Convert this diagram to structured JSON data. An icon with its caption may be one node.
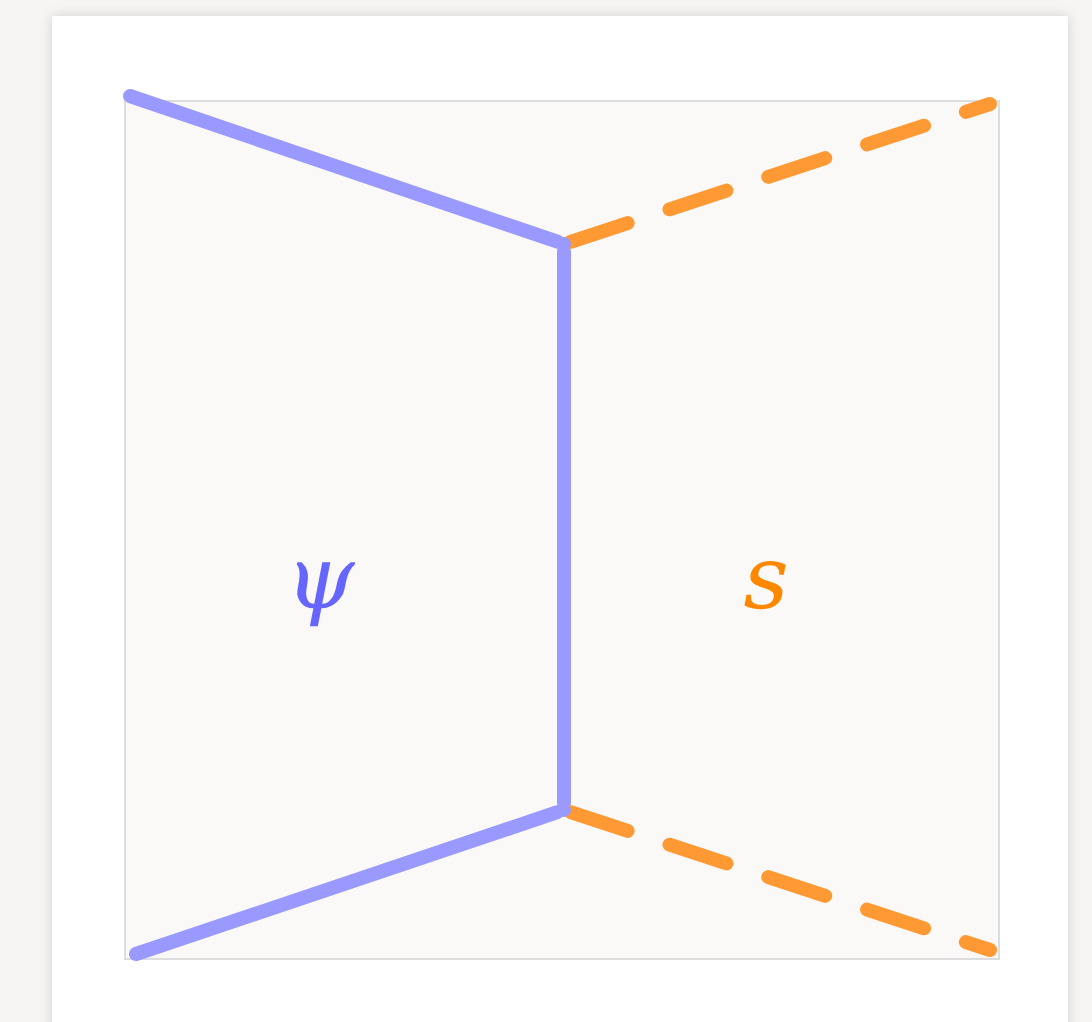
{
  "diagram": {
    "nodes": [
      {
        "text": [],
        "shape": "point"
      },
      {
        "text": [],
        "shape": "point"
      }
    ],
    "edges": [
      {
        "from": null,
        "to": 0,
        "arrow": "none"
      },
      {
        "from": 0,
        "to": 1,
        "arrow": "none"
      },
      {
        "from": 1,
        "to": null,
        "arrow": "none"
      },
      {
        "from": 0,
        "to": null,
        "arrow": "none",
        "style": "dashed",
        "color": "#ff9933"
      },
      {
        "from": 1,
        "to": null,
        "arrow": "none",
        "style": "dashed",
        "color": "#ff9933"
      }
    ],
    "labels": [
      "ψ",
      "s"
    ]
  }
}
